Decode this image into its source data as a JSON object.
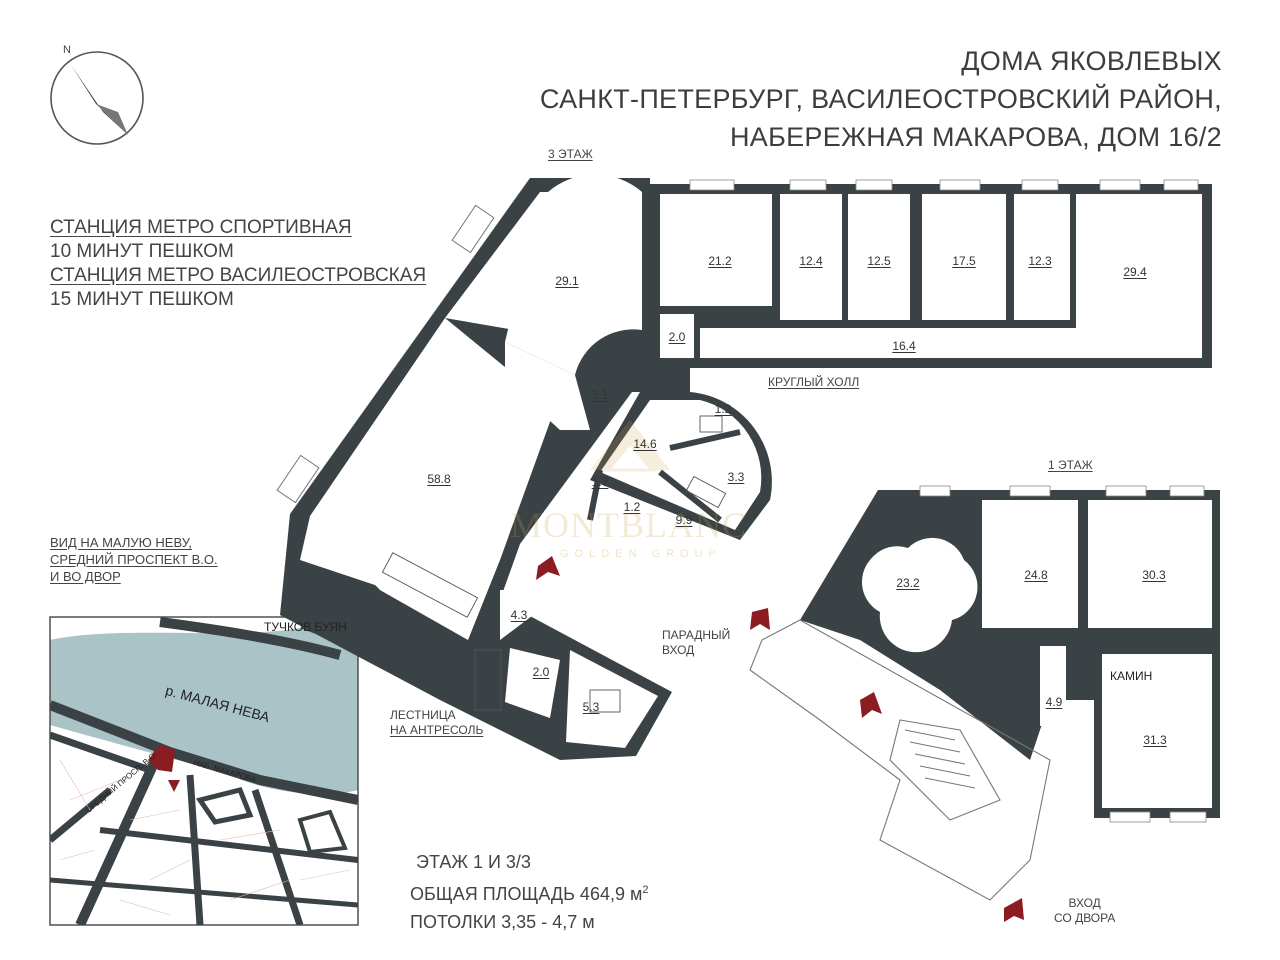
{
  "header": {
    "lines": [
      "ДОМА ЯКОВЛЕВЫХ",
      "САНКТ-ПЕТЕРБУРГ, ВАСИЛЕОСТРОВСКИЙ РАЙОН,",
      "НАБЕРЕЖНАЯ МАКАРОВА, ДОМ 16/2"
    ]
  },
  "compass": {
    "north": "N"
  },
  "metro": {
    "station1": "СТАНЦИЯ МЕТРО СПОРТИВНАЯ",
    "walk1": "10 МИНУТ ПЕШКОМ",
    "station2": "СТАНЦИЯ МЕТРО ВАСИЛЕОСТРОВСКАЯ",
    "walk2": "15 МИНУТ ПЕШКОМ"
  },
  "view": {
    "lines": [
      "ВИД НА МАЛУЮ НЕВУ,",
      "СРЕДНИЙ ПРОСПЕКТ В.О.",
      "И ВО ДВОР"
    ]
  },
  "map": {
    "buyan": "ТУЧКОВ БУЯН",
    "river": "р. МАЛАЯ НЕВА",
    "embankment": "НАБ. МАКАРОВА",
    "avenue": "СРЕДНИЙ ПРОСП. В.О.",
    "colors": {
      "water": "#a9c3c7",
      "road": "#3b4246",
      "block": "#ffffff"
    }
  },
  "floor3": {
    "label": "3 ЭТАЖ",
    "round_hall": "КРУГЛЫЙ ХОЛЛ",
    "stairs": [
      "ЛЕСТНИЦА",
      "НА АНТРЕСОЛЬ"
    ],
    "rooms": [
      "29.1",
      "21.2",
      "12.4",
      "12.5",
      "17.5",
      "12.3",
      "29.4",
      "2.0",
      "16.4",
      "3.1",
      "1.2",
      "14.6",
      "3.3",
      "58.8",
      "1.7",
      "1.2",
      "9.9",
      "4.3",
      "2.0",
      "5.3"
    ]
  },
  "floor1": {
    "label": "1 ЭТАЖ",
    "main_entrance": [
      "ПАРАДНЫЙ",
      "ВХОД"
    ],
    "yard_entrance": [
      "ВХОД",
      "СО ДВОРА"
    ],
    "fireplace": "КАМИН",
    "rooms": [
      "23.2",
      "24.8",
      "30.3",
      "4.9",
      "31.3"
    ]
  },
  "watermark": {
    "brand": "MONTBLANC",
    "sub": "GOLDEN GROUP"
  },
  "summary": {
    "floors": "ЭТАЖ 1 И 3/3",
    "area_prefix": "ОБЩАЯ ПЛОЩАДЬ 464,9 м",
    "area_sup": "2",
    "ceilings": "ПОТОЛКИ 3,35 - 4,7 м"
  },
  "colors": {
    "wall": "#3b4246",
    "arrow": "#8b1d22",
    "text": "#3d3d3d"
  }
}
